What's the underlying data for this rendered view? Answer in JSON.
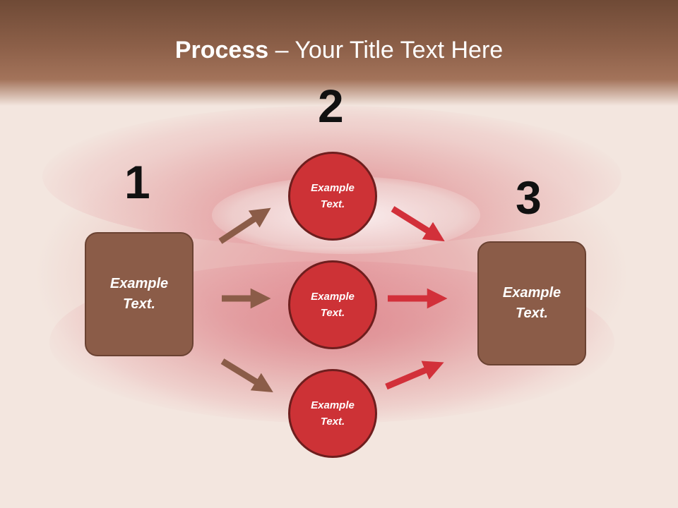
{
  "title": {
    "bold": "Process",
    "rest": " – Your Title Text Here"
  },
  "steps": {
    "one": "1",
    "two": "2",
    "three": "3"
  },
  "nodes": {
    "start": [
      "Example",
      "Text."
    ],
    "top": [
      "Example",
      "Text."
    ],
    "middle": [
      "Example",
      "Text."
    ],
    "bottom": [
      "Example",
      "Text."
    ],
    "end": [
      "Example",
      "Text."
    ]
  },
  "colors": {
    "brown": "#8b5c48",
    "red": "#cd3236",
    "arrow_brown": "#8b5c48",
    "arrow_red": "#d2303a"
  }
}
